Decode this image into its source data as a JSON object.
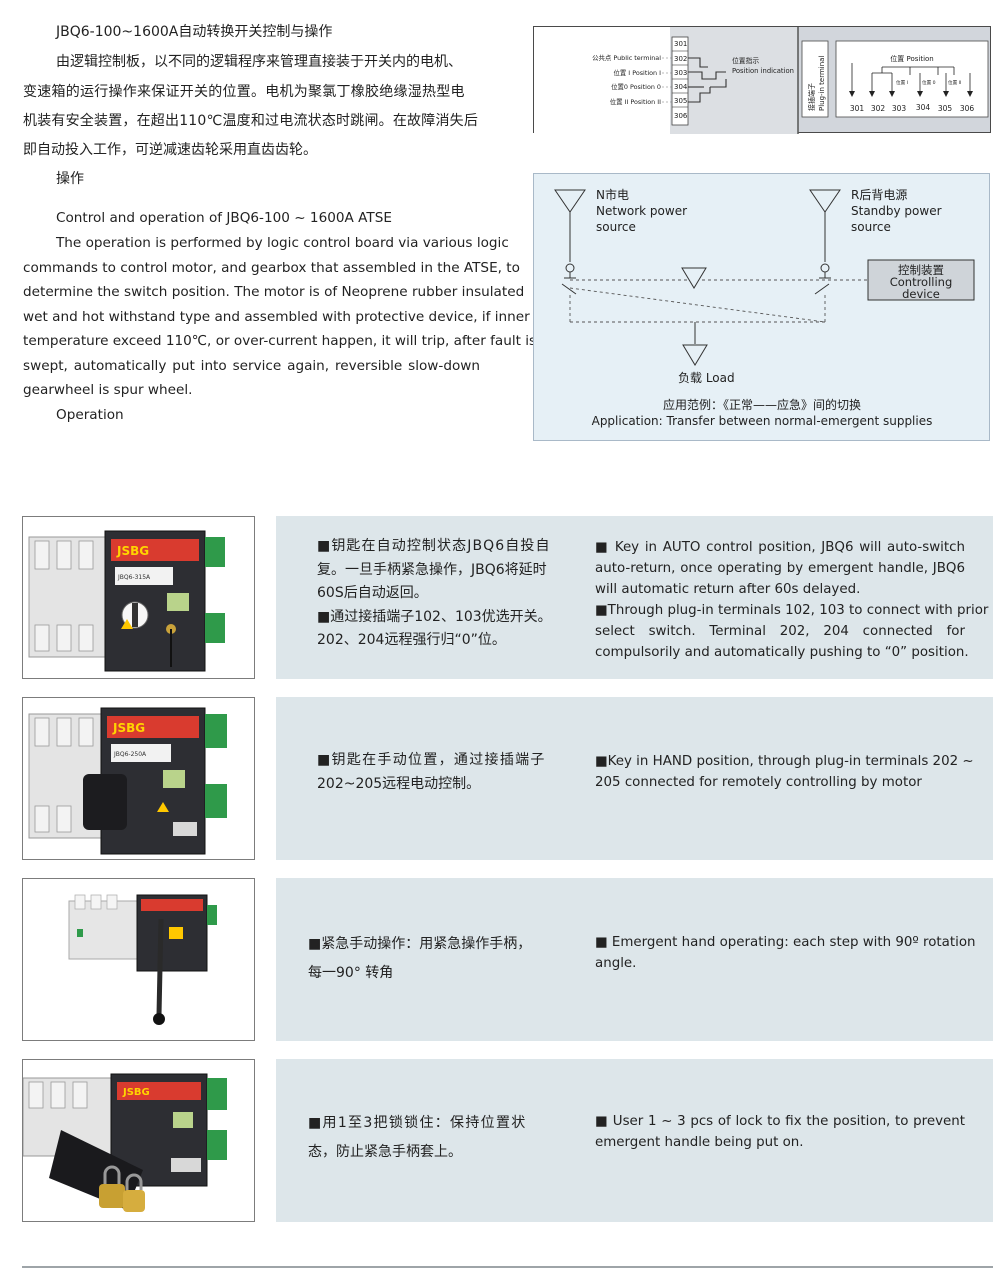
{
  "intro": {
    "title": "JBQ6-100~1600A自动转换开关控制与操作",
    "cn_lines": [
      "由逻辑控制板，以不同的逻辑程序来管理直接装于开关内的电机、",
      "变速箱的运行操作来保证开关的位置。电机为聚氯丁橡胶绝缘湿热型电",
      "机装有安全装置，在超出110℃温度和过电流状态时跳闸。在故障消失后",
      "即自动投入工作，可逆减速齿轮采用直齿齿轮。"
    ],
    "cn_operation": "操作"
  },
  "english": {
    "title": "Control and operation of JBQ6-100 ~ 1600A ATSE",
    "lines": [
      "The operation is performed by logic control board via various logic",
      "commands to control motor, and gearbox that assembled in the ATSE, to",
      "determine the switch position. The motor is of Neoprene rubber insulated",
      "wet and hot withstand type and assembled with protective device, if inner",
      "temperature exceed 110℃, or over-current happen, it will trip, after fault is",
      "swept, automatically put into service again, reversible slow-down",
      "gearwheel is spur wheel."
    ],
    "operation": "Operation"
  },
  "position_diagram": {
    "left_labels": [
      "公共点 Public terminal",
      "位置 I  Position I",
      "位置0 Position 0",
      "位置 II  Position II"
    ],
    "terminals": [
      "301",
      "302",
      "303",
      "304",
      "305",
      "306"
    ],
    "indication_cn": "位置指示",
    "indication_en": "Position indication",
    "plugin_cn": "接插端子",
    "plugin_en": "Plug-in terminal",
    "right_title": "位置 Position",
    "right_terminals": [
      "301",
      "302",
      "303",
      "304",
      "305",
      "306"
    ],
    "small_labels": [
      "位置 I",
      "位置 0",
      "位置 II"
    ]
  },
  "schematic": {
    "n_cn": "N市电",
    "n_en1": "Network power",
    "n_en2": "source",
    "r_cn": "R后背电源",
    "r_en1": "Standby power",
    "r_en2": "source",
    "ctrl_cn": "控制装置",
    "ctrl_en1": "Controlling",
    "ctrl_en2": "device",
    "load": "负载 Load",
    "app_cn": "应用范例：《正常——应急》间的切换",
    "app_en": "Application: Transfer between normal-emergent supplies"
  },
  "device": {
    "brand": "JSBG",
    "model_1": "JBQ6-315A",
    "model_2": "JBQ6-250A"
  },
  "features": [
    {
      "cn": [
        "■钥匙在自动控制状态JBQ6自投自",
        "复。一旦手柄紧急操作，JBQ6将延时",
        "60S后自动返回。",
        "■通过接插端子102、103优选开关。",
        "202、204远程强行归“0”位。"
      ],
      "en": [
        "■ Key in AUTO control position, JBQ6 will auto-switch",
        "auto-return, once operating by emergent handle, JBQ6",
        "will automatic return after 60s delayed.",
        "■Through plug-in terminals 102, 103 to connect with prior",
        "select switch. Terminal 202, 204 connected for",
        "compulsorily and automatically pushing to “0” position."
      ]
    },
    {
      "cn": [
        "■钥匙在手动位置，通过接插端子",
        "202~205远程电动控制。"
      ],
      "en": [
        "■Key in HAND position, through plug-in terminals 202 ~",
        "205 connected for remotely controlling by motor"
      ]
    },
    {
      "cn": [
        "■紧急手动操作：用紧急操作手柄，",
        "每一90° 转角"
      ],
      "en": [
        "■ Emergent hand operating: each step with 90º rotation",
        "angle."
      ]
    },
    {
      "cn": [
        "■用1至3把锁锁住：保持位置状",
        "态，防止紧急手柄套上。"
      ],
      "en": [
        "■ User 1 ~ 3 pcs of lock to fix the position, to prevent",
        "emergent handle being put on."
      ]
    }
  ]
}
